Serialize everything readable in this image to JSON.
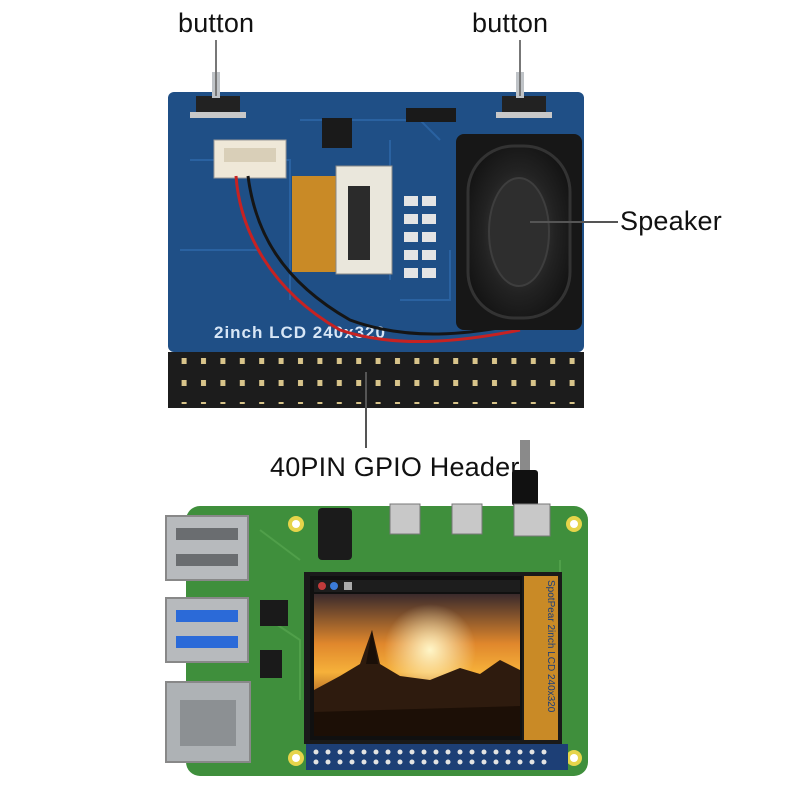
{
  "labels": {
    "button_left": "button",
    "button_right": "button",
    "speaker": "Speaker",
    "gpio_header": "40PIN GPIO Header"
  },
  "board": {
    "silkscreen": "2inch LCD 240x320"
  },
  "lcd": {
    "side_text": "SpotPear 2inch LCD 240x320"
  },
  "colors": {
    "pcb_blue": "#1f4f86",
    "pcb_green": "#3f8f3c",
    "header_black": "#1c1c1c",
    "pin_gold": "#d8c48a"
  }
}
